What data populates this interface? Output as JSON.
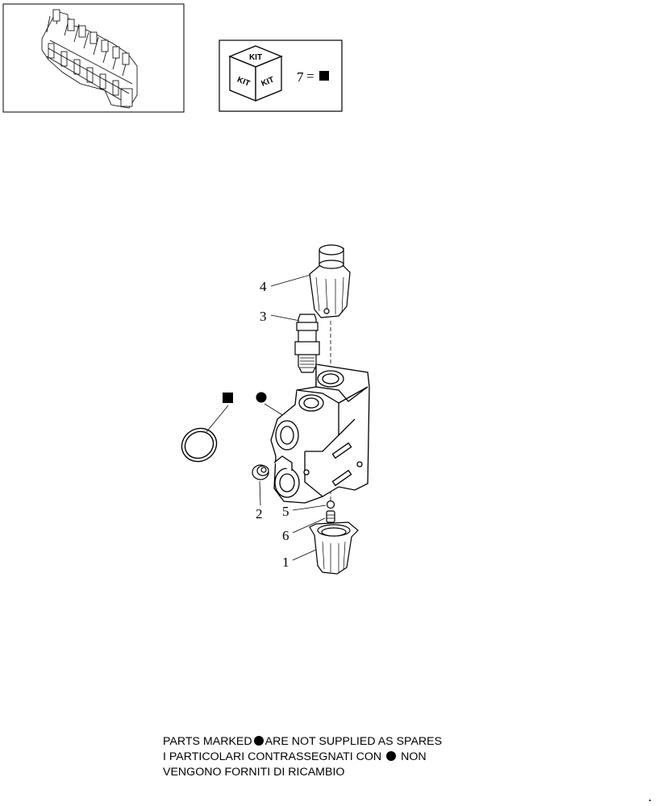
{
  "kit_box": {
    "cube_faces": [
      "KIT",
      "KIT",
      "KIT"
    ],
    "legend_number": "7",
    "legend_equals": "=",
    "legend_symbol": "square"
  },
  "symbols": [
    "square",
    "circle"
  ],
  "callouts": [
    {
      "id": "4",
      "text": "4",
      "part": "pressure-relief-valve-cap"
    },
    {
      "id": "3",
      "text": "3",
      "part": "relief-valve-cartridge"
    },
    {
      "id": "2",
      "text": "2",
      "part": "plug"
    },
    {
      "id": "5",
      "text": "5",
      "part": "ball"
    },
    {
      "id": "6",
      "text": "6",
      "part": "spring"
    },
    {
      "id": "1",
      "text": "1",
      "part": "spool-cap"
    }
  ],
  "footnote": {
    "line1_a": "PARTS MARKED",
    "line1_b": "ARE NOT SUPPLIED AS SPARES",
    "line2_a": "I  PARTICOLARI  CONTRASSEGNATI  CON",
    "line2_b": "NON",
    "line3": "VENGONO FORNITI DI RICAMBIO"
  }
}
